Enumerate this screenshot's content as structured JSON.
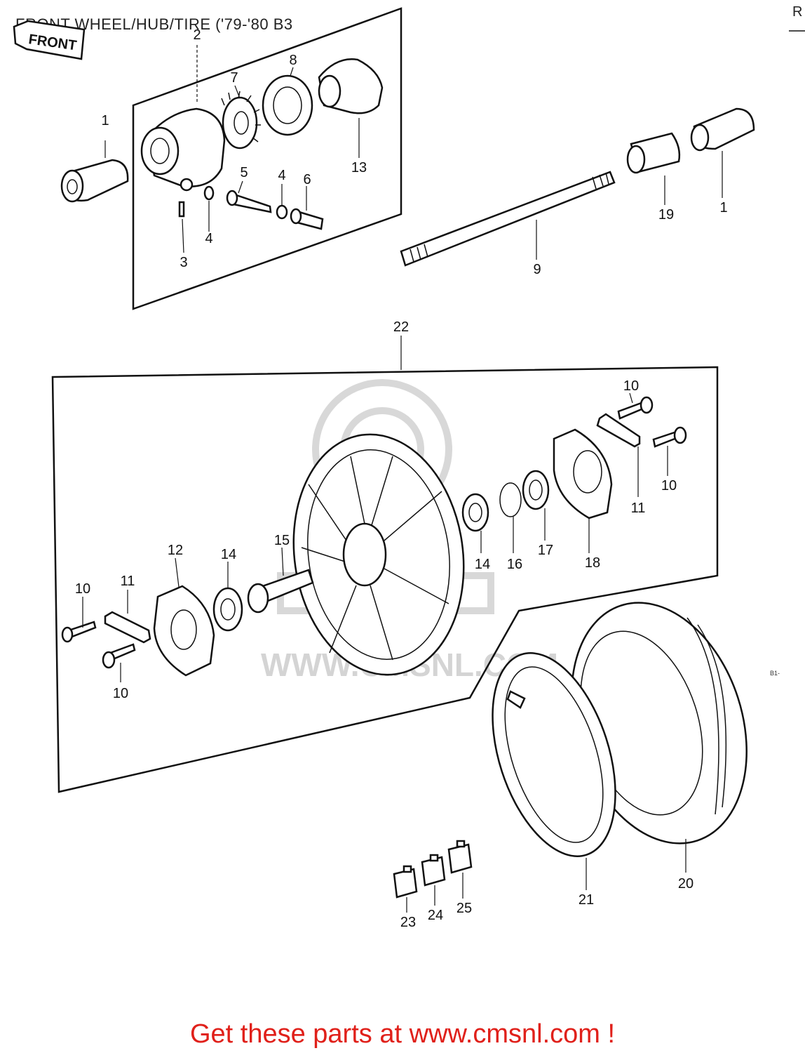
{
  "title": "FRONT WHEEL/HUB/TIRE ('79-'80 B3",
  "corner_text": "R",
  "side_code": "B1-",
  "front_arrow_text": "FRONT",
  "watermark_text": "WWW.CMSNL.COM",
  "footer": "Get these parts at www.cmsnl.com !",
  "labels": {
    "p1a": "1",
    "p1b": "1",
    "p2": "2",
    "p3": "3",
    "p4a": "4",
    "p4b": "4",
    "p5": "5",
    "p6": "6",
    "p7": "7",
    "p8": "8",
    "p9": "9",
    "p10a": "10",
    "p10b": "10",
    "p10c": "10",
    "p10d": "10",
    "p11a": "11",
    "p11b": "11",
    "p12": "12",
    "p13": "13",
    "p14a": "14",
    "p14b": "14",
    "p15": "15",
    "p16": "16",
    "p17": "17",
    "p18": "18",
    "p19": "19",
    "p20": "20",
    "p21": "21",
    "p22": "22",
    "p23": "23",
    "p24": "24",
    "p25": "25"
  }
}
